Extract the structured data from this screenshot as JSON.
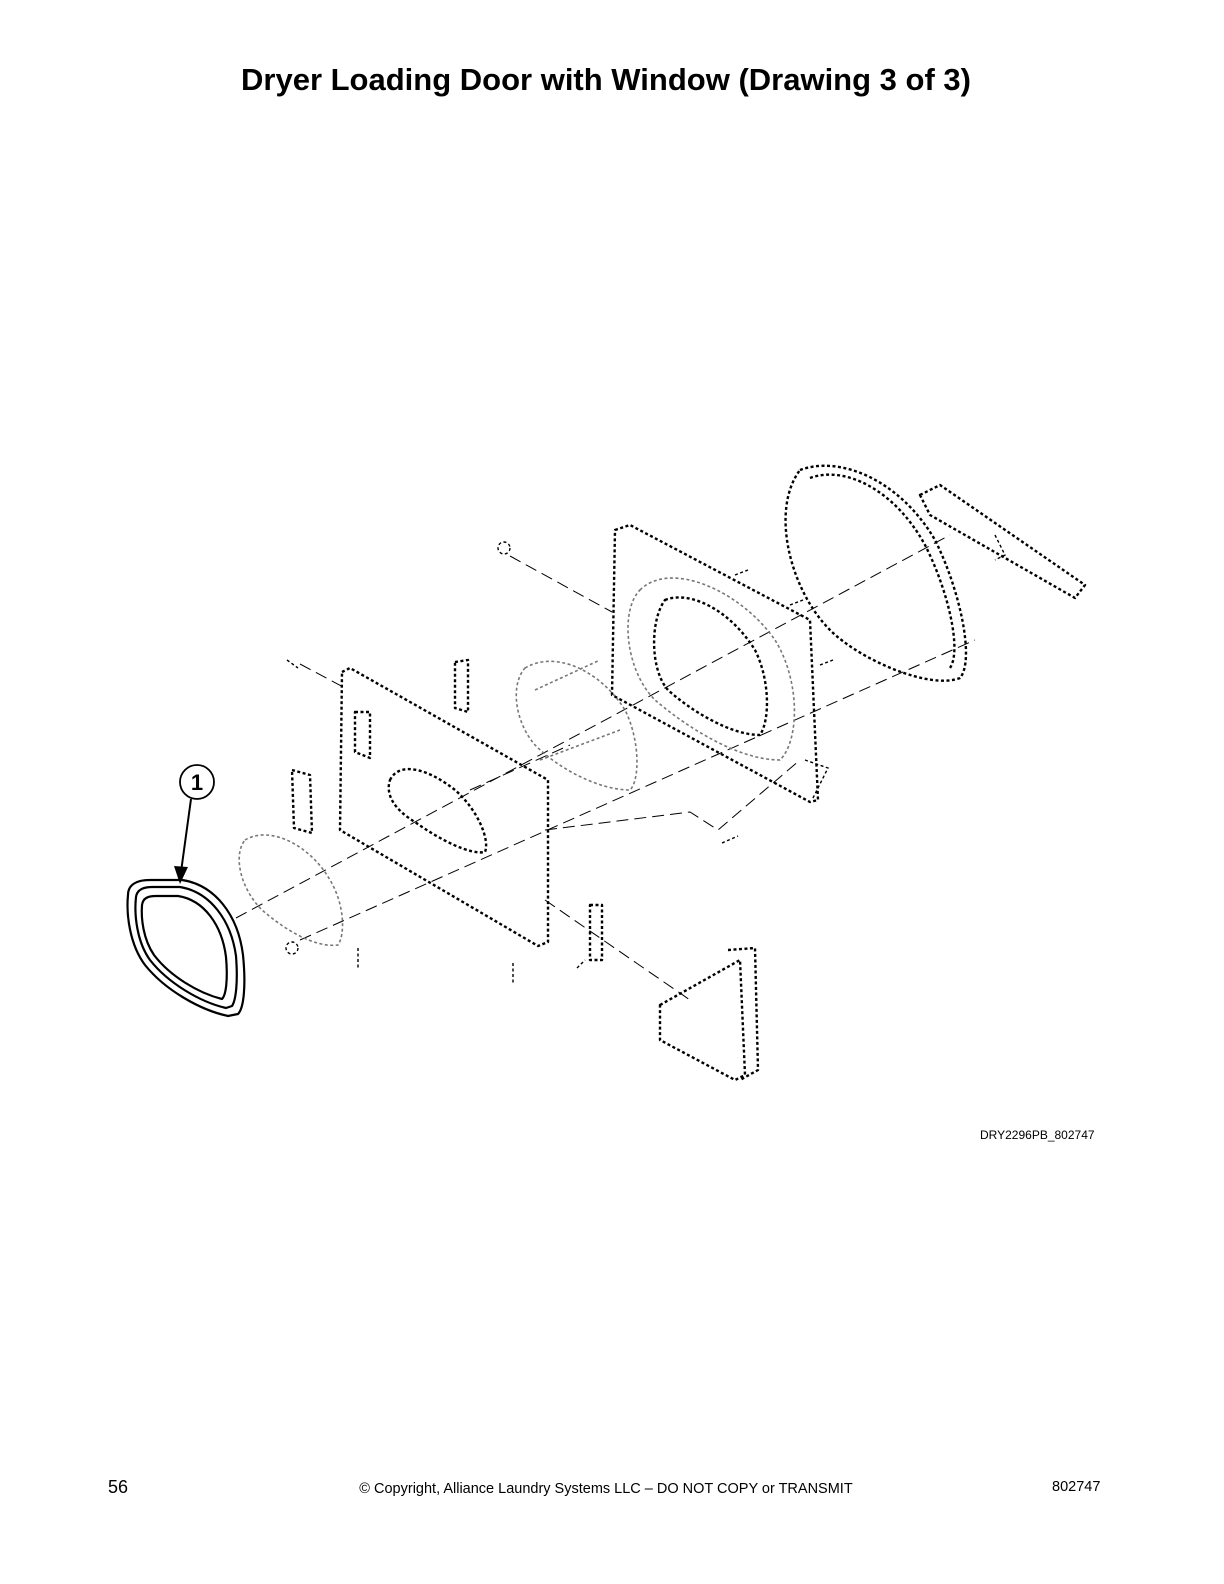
{
  "title": "Dryer Loading Door with Window (Drawing 3 of 3)",
  "callouts": [
    {
      "number": "1"
    }
  ],
  "drawing_code": "DRY2296PB_802747",
  "footer": {
    "page_number": "56",
    "copyright": "© Copyright, Alliance Laundry Systems LLC – DO NOT COPY or TRANSMIT",
    "document_number": "802747"
  }
}
